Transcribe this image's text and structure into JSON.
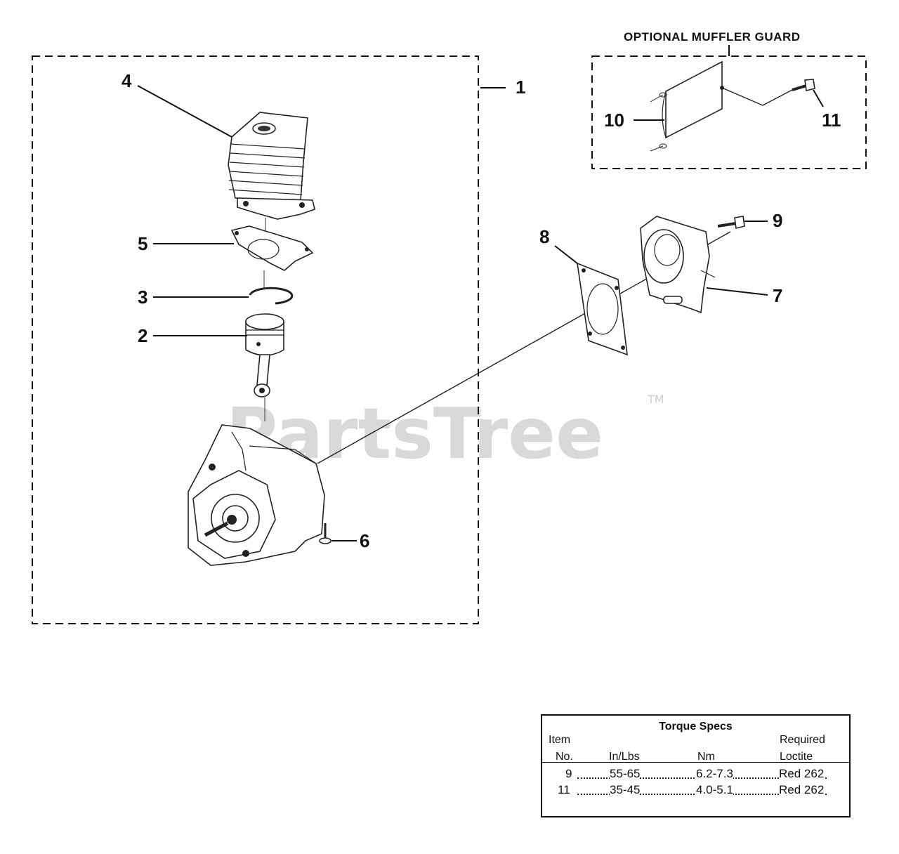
{
  "callouts": {
    "c1": "1",
    "c2": "2",
    "c3": "3",
    "c4": "4",
    "c5": "5",
    "c6": "6",
    "c7": "7",
    "c8": "8",
    "c9": "9",
    "c10": "10",
    "c11": "11"
  },
  "muffler_guard": {
    "title": "OPTIONAL MUFFLER GUARD"
  },
  "watermark": {
    "text": "PartsTree",
    "tm": "TM"
  },
  "torque_specs": {
    "title": "Torque Specs",
    "headers": {
      "item_top": "Item",
      "item_bottom": "No.",
      "inlbs": "In/Lbs",
      "nm": "Nm",
      "loctite_top": "Required",
      "loctite_bottom": "Loctite"
    },
    "rows": [
      {
        "item": "9",
        "inlbs": "55-65",
        "nm": "6.2-7.3",
        "loctite": "Red 262"
      },
      {
        "item": "11",
        "inlbs": "35-45",
        "nm": "4.0-5.1",
        "loctite": "Red 262"
      }
    ]
  }
}
